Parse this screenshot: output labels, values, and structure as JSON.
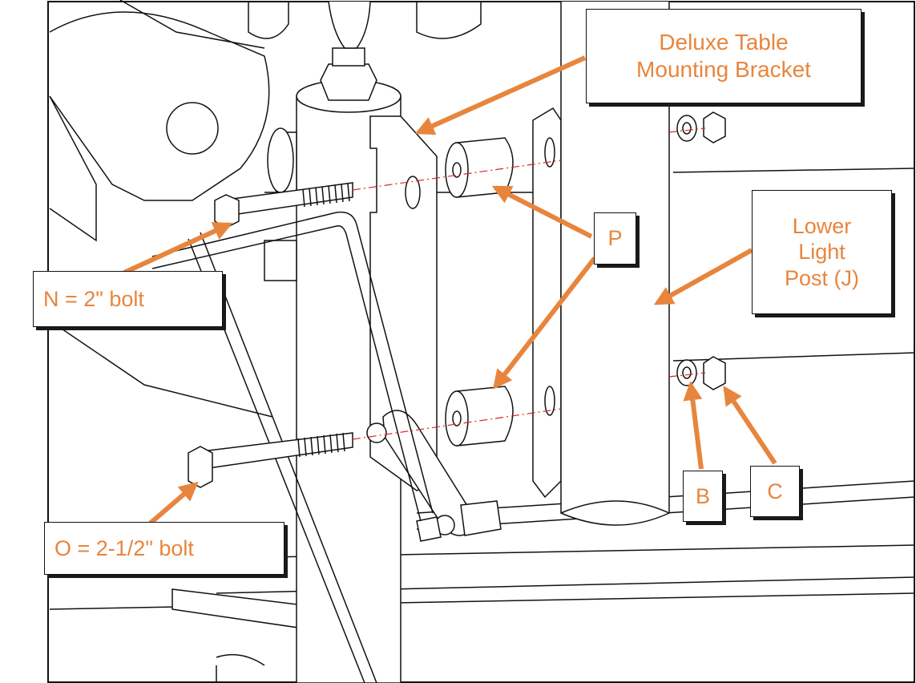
{
  "accent_color": "#E8853D",
  "labels": {
    "bracket": "Deluxe Table\nMounting Bracket",
    "post": "Lower\nLight\nPost (J)",
    "spacer": "P",
    "bolt_n": "N = 2\" bolt",
    "bolt_o": "O = 2-1/2\" bolt",
    "washer": "B",
    "nut": "C"
  }
}
